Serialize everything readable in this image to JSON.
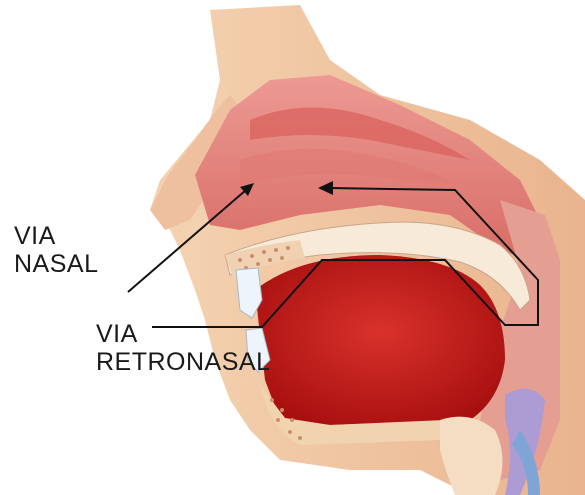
{
  "labels": {
    "nasal_line1": "VIA",
    "nasal_line2": "NASAL",
    "retro_line1": "VIA",
    "retro_line2": "RETRONASAL"
  },
  "colors": {
    "skin": "#f1c9a4",
    "skin_shadow": "#e2a983",
    "tissue": "#e88a86",
    "tissue_dark": "#c9504c",
    "mouth": "#cf1f1c",
    "mouth_dark": "#a50f12",
    "palate": "#f7e6d6",
    "bone": "#f3d6b8",
    "arrow": "#111111"
  }
}
